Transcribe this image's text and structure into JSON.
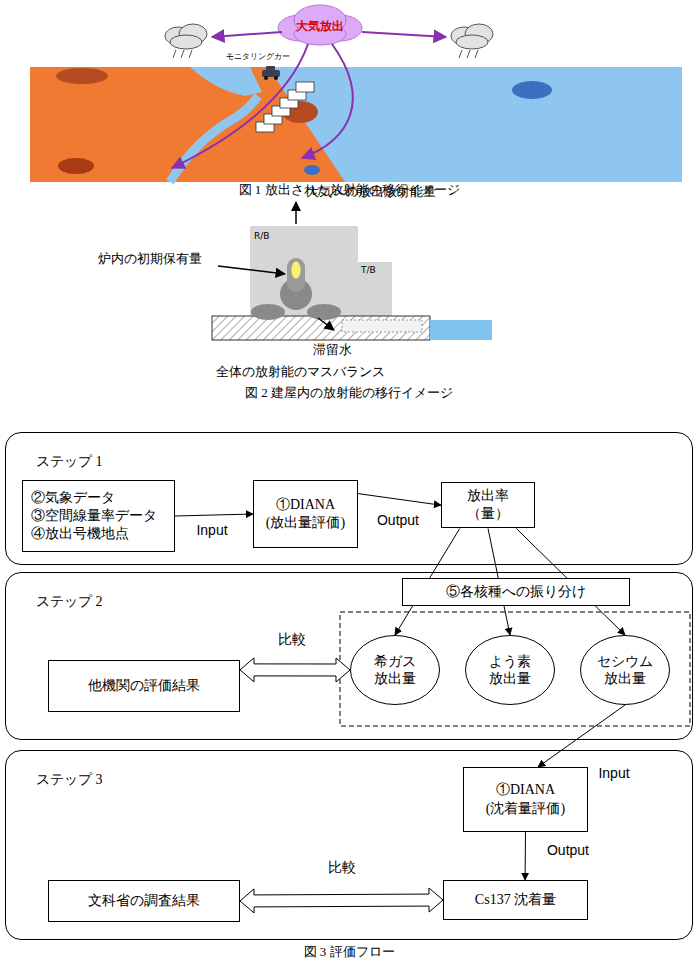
{
  "diagram": {
    "nodes": [
      {
        "text": [
          "ステップ 1"
        ]
      },
      {
        "text": [
          "②気象データ ③空間線量率データ ④放出号機地点"
        ],
        "in": 0
      },
      {
        "text": [
          "①DIANA (放出量評価)"
        ],
        "in": 0
      },
      {
        "text": [
          "放出率（量）"
        ],
        "in": 0
      },
      {
        "text": [
          "ステップ 2"
        ]
      },
      {
        "text": [
          "⑤各核種への振り分け"
        ],
        "in": 4
      },
      {
        "text": [
          "他機関の評価結果"
        ],
        "in": 4
      },
      {
        "text": [
          "希ガス 放出量"
        ],
        "in": 4
      },
      {
        "text": [
          "よう素 放出量"
        ],
        "in": 4
      },
      {
        "text": [
          "セシウム 放出量"
        ],
        "in": 4
      },
      {
        "text": [
          "ステップ 3"
        ]
      },
      {
        "text": [
          "①DIANA (沈着量評価)"
        ],
        "in": 10
      },
      {
        "text": [
          "文科省の調査結果"
        ],
        "in": 10
      },
      {
        "text": [
          "Cs137 沈着量"
        ],
        "in": 10
      }
    ],
    "edges": [
      {
        "from": 1,
        "to": 2,
        "arrow": "to",
        "label": "Input"
      },
      {
        "from": 2,
        "to": 3,
        "arrow": "to",
        "label": "Output"
      },
      {
        "from": 3,
        "to": 7,
        "arrow": "to"
      },
      {
        "from": 3,
        "to": 8,
        "arrow": "to"
      },
      {
        "from": 3,
        "to": 9,
        "arrow": "to"
      },
      {
        "from": 6,
        "to": 7,
        "arrow": "both",
        "label": "比較"
      },
      {
        "from": 9,
        "to": 11,
        "arrow": "to",
        "label": "Input"
      },
      {
        "from": 11,
        "to": 13,
        "arrow": "to",
        "label": "Output"
      },
      {
        "from": 12,
        "to": 13,
        "arrow": "both",
        "label": "比較"
      }
    ],
    "labels": [
      "大気放出",
      "モニタリングカー",
      "図 1 放出された放射能の移行イメージ",
      "大気への放出放射能量",
      "R/B",
      "T/B",
      "炉内の初期保有量",
      "滞留水",
      "全体の放射能のマスバランス",
      "図 2 建屋内の放射能の移行イメージ",
      "図 3 評価フロー"
    ]
  }
}
